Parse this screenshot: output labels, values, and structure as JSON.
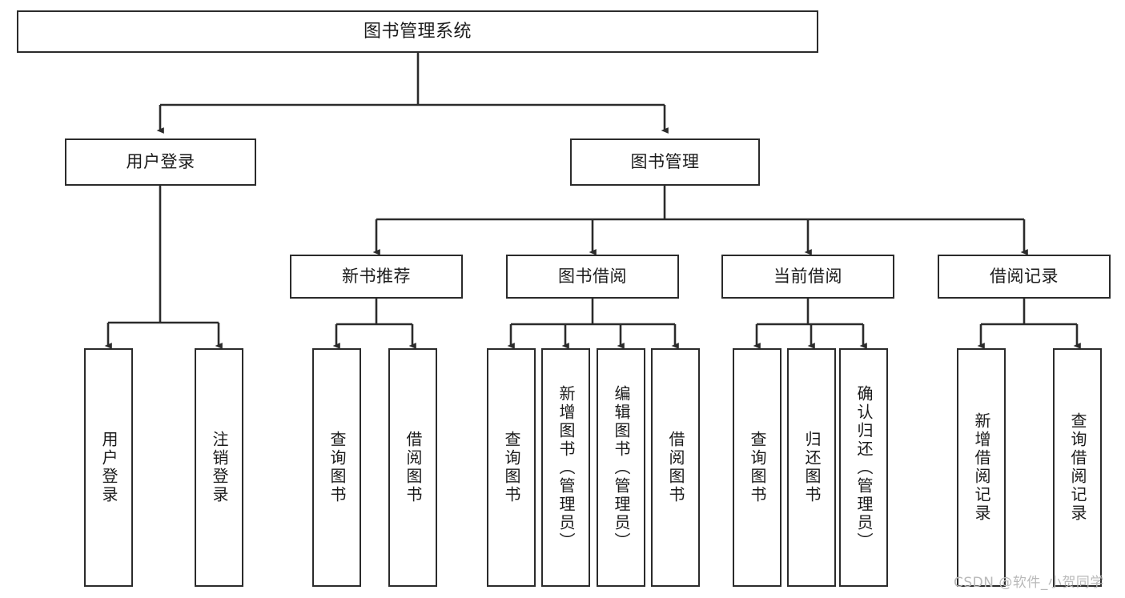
{
  "diagram": {
    "type": "tree-hierarchy",
    "title": "图书管理系统",
    "theme": {
      "background": "#ffffff",
      "stroke": "#2b2b2b",
      "text": "#1b1b1b",
      "watermark": "#b9b9b9"
    },
    "nodes": {
      "root": {
        "label": "图书管理系统",
        "orientation": "horizontal"
      },
      "level1": [
        {
          "label": "用户登录",
          "orientation": "horizontal"
        },
        {
          "label": "图书管理",
          "orientation": "horizontal"
        }
      ],
      "level2": [
        {
          "label": "新书推荐",
          "orientation": "horizontal"
        },
        {
          "label": "图书借阅",
          "orientation": "horizontal"
        },
        {
          "label": "当前借阅",
          "orientation": "horizontal"
        },
        {
          "label": "借阅记录",
          "orientation": "horizontal"
        }
      ],
      "leaves_user_login": [
        {
          "label": "用户登录",
          "orientation": "vertical"
        },
        {
          "label": "注销登录",
          "orientation": "vertical"
        }
      ],
      "leaves_new_books": [
        {
          "label": "查询图书",
          "orientation": "vertical"
        },
        {
          "label": "借阅图书",
          "orientation": "vertical"
        }
      ],
      "leaves_borrow": [
        {
          "label": "查询图书",
          "orientation": "vertical"
        },
        {
          "label": "新增图书（管理员）",
          "orientation": "vertical"
        },
        {
          "label": "编辑图书（管理员）",
          "orientation": "vertical"
        },
        {
          "label": "借阅图书",
          "orientation": "vertical"
        }
      ],
      "leaves_current": [
        {
          "label": "查询图书",
          "orientation": "vertical"
        },
        {
          "label": "归还图书",
          "orientation": "vertical"
        },
        {
          "label": "确认归还（管理员）",
          "orientation": "vertical"
        }
      ],
      "leaves_records": [
        {
          "label": "新增借阅记录",
          "orientation": "vertical"
        },
        {
          "label": "查询借阅记录",
          "orientation": "vertical"
        }
      ]
    },
    "watermark": "CSDN @软件_小贺同学"
  }
}
